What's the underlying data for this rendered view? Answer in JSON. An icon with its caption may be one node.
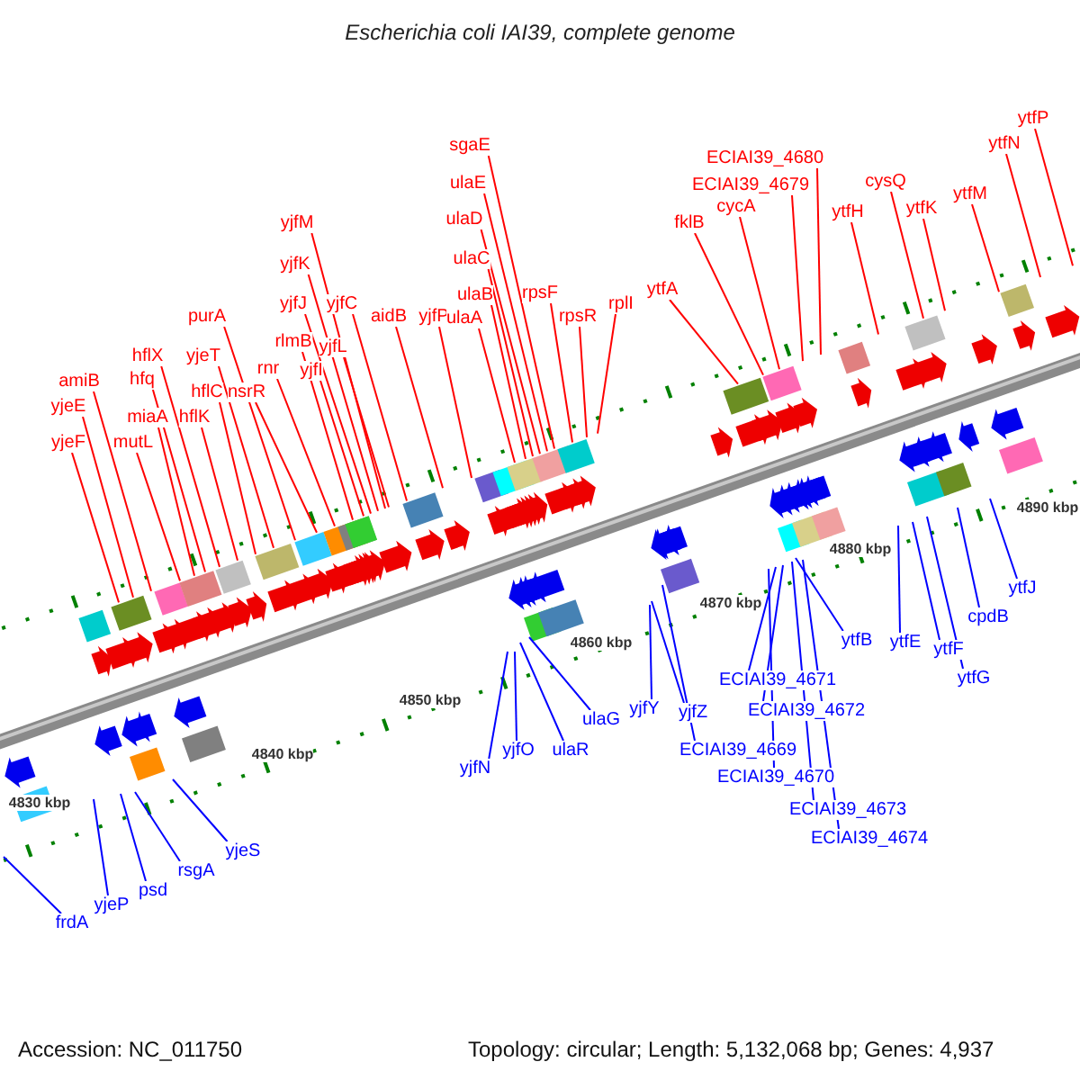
{
  "diagram": {
    "title": "Escherichia coli IAI39, complete genome",
    "nodes": [
      {
        "text": [
          "yjeF"
        ]
      },
      {
        "text": [
          "yjeE"
        ]
      },
      {
        "text": [
          "amiB"
        ]
      },
      {
        "text": [
          "mutL"
        ]
      },
      {
        "text": [
          "miaA"
        ]
      },
      {
        "text": [
          "hfq"
        ]
      },
      {
        "text": [
          "hflX"
        ]
      },
      {
        "text": [
          "hflK"
        ]
      },
      {
        "text": [
          "hflC"
        ]
      },
      {
        "text": [
          "yjeT"
        ]
      },
      {
        "text": [
          "purA"
        ]
      },
      {
        "text": [
          "nsrR"
        ]
      },
      {
        "text": [
          "rnr"
        ]
      },
      {
        "text": [
          "rlmB"
        ]
      },
      {
        "text": [
          "yjfI"
        ]
      },
      {
        "text": [
          "yjfJ"
        ]
      },
      {
        "text": [
          "yjfK"
        ]
      },
      {
        "text": [
          "yjfL"
        ]
      },
      {
        "text": [
          "yjfM"
        ]
      },
      {
        "text": [
          "yjfC"
        ]
      },
      {
        "text": [
          "aidB"
        ]
      },
      {
        "text": [
          "yjfP"
        ]
      },
      {
        "text": [
          "ulaA"
        ]
      },
      {
        "text": [
          "ulaB"
        ]
      },
      {
        "text": [
          "ulaC"
        ]
      },
      {
        "text": [
          "ulaD"
        ]
      },
      {
        "text": [
          "ulaE"
        ]
      },
      {
        "text": [
          "sgaE"
        ]
      },
      {
        "text": [
          "rpsF"
        ]
      },
      {
        "text": [
          "rpsR"
        ]
      },
      {
        "text": [
          "rplI"
        ]
      },
      {
        "text": [
          "ytfA"
        ]
      },
      {
        "text": [
          "fklB"
        ]
      },
      {
        "text": [
          "cycA"
        ]
      },
      {
        "text": [
          "ECIAI39_4679"
        ]
      },
      {
        "text": [
          "ECIAI39_4680"
        ]
      },
      {
        "text": [
          "ytfH"
        ]
      },
      {
        "text": [
          "cysQ"
        ]
      },
      {
        "text": [
          "ytfK"
        ]
      },
      {
        "text": [
          "ytfM"
        ]
      },
      {
        "text": [
          "ytfN"
        ]
      },
      {
        "text": [
          "ytfP"
        ]
      },
      {
        "text": [
          "frdA"
        ]
      },
      {
        "text": [
          "yjeP"
        ]
      },
      {
        "text": [
          "psd"
        ]
      },
      {
        "text": [
          "rsgA"
        ]
      },
      {
        "text": [
          "yjeS"
        ]
      },
      {
        "text": [
          "yjfN"
        ]
      },
      {
        "text": [
          "yjfO"
        ]
      },
      {
        "text": [
          "ulaR"
        ]
      },
      {
        "text": [
          "ulaG"
        ]
      },
      {
        "text": [
          "yjfY"
        ]
      },
      {
        "text": [
          "yjfZ"
        ]
      },
      {
        "text": [
          "ECIAI39_4669"
        ]
      },
      {
        "text": [
          "ECIAI39_4670"
        ]
      },
      {
        "text": [
          "ECIAI39_4671"
        ]
      },
      {
        "text": [
          "ECIAI39_4672"
        ]
      },
      {
        "text": [
          "ECIAI39_4673"
        ]
      },
      {
        "text": [
          "ECIAI39_4674"
        ]
      },
      {
        "text": [
          "ytfB"
        ]
      },
      {
        "text": [
          "ytfE"
        ]
      },
      {
        "text": [
          "ytfF"
        ]
      },
      {
        "text": [
          "ytfG"
        ]
      },
      {
        "text": [
          "cpdB"
        ]
      },
      {
        "text": [
          "ytfJ"
        ]
      }
    ],
    "edges": [
      {
        "from": 0,
        "to": null,
        "arrow": "none"
      },
      {
        "from": 1,
        "to": null,
        "arrow": "none"
      },
      {
        "from": 2,
        "to": null,
        "arrow": "none"
      },
      {
        "from": 3,
        "to": null,
        "arrow": "none"
      },
      {
        "from": 4,
        "to": null,
        "arrow": "none"
      },
      {
        "from": 5,
        "to": null,
        "arrow": "none"
      },
      {
        "from": 6,
        "to": null,
        "arrow": "none"
      },
      {
        "from": 7,
        "to": null,
        "arrow": "none"
      },
      {
        "from": 8,
        "to": null,
        "arrow": "none"
      },
      {
        "from": 9,
        "to": null,
        "arrow": "none"
      },
      {
        "from": 10,
        "to": null,
        "arrow": "none"
      },
      {
        "from": 11,
        "to": null,
        "arrow": "none"
      },
      {
        "from": 12,
        "to": null,
        "arrow": "none"
      },
      {
        "from": 13,
        "to": null,
        "arrow": "none"
      },
      {
        "from": 14,
        "to": null,
        "arrow": "none"
      },
      {
        "from": 15,
        "to": null,
        "arrow": "none"
      },
      {
        "from": 16,
        "to": null,
        "arrow": "none"
      },
      {
        "from": 17,
        "to": null,
        "arrow": "none"
      },
      {
        "from": 18,
        "to": null,
        "arrow": "none"
      },
      {
        "from": 19,
        "to": null,
        "arrow": "none"
      },
      {
        "from": 20,
        "to": null,
        "arrow": "none"
      },
      {
        "from": 21,
        "to": null,
        "arrow": "none"
      },
      {
        "from": 22,
        "to": null,
        "arrow": "none"
      },
      {
        "from": 23,
        "to": null,
        "arrow": "none"
      },
      {
        "from": 24,
        "to": null,
        "arrow": "none"
      },
      {
        "from": 25,
        "to": null,
        "arrow": "none"
      },
      {
        "from": 26,
        "to": null,
        "arrow": "none"
      },
      {
        "from": 27,
        "to": null,
        "arrow": "none"
      },
      {
        "from": 28,
        "to": null,
        "arrow": "none"
      },
      {
        "from": 29,
        "to": null,
        "arrow": "none"
      },
      {
        "from": 30,
        "to": null,
        "arrow": "none"
      },
      {
        "from": 31,
        "to": null,
        "arrow": "none"
      },
      {
        "from": 32,
        "to": null,
        "arrow": "none"
      },
      {
        "from": 33,
        "to": null,
        "arrow": "none"
      },
      {
        "from": 34,
        "to": null,
        "arrow": "none"
      },
      {
        "from": 35,
        "to": null,
        "arrow": "none"
      },
      {
        "from": 36,
        "to": null,
        "arrow": "none"
      },
      {
        "from": 37,
        "to": null,
        "arrow": "none"
      },
      {
        "from": 38,
        "to": null,
        "arrow": "none"
      },
      {
        "from": 39,
        "to": null,
        "arrow": "none"
      },
      {
        "from": 40,
        "to": null,
        "arrow": "none"
      },
      {
        "from": 41,
        "to": null,
        "arrow": "none"
      },
      {
        "from": 42,
        "to": null,
        "arrow": "none",
        "color": "#0000ff"
      },
      {
        "from": 43,
        "to": null,
        "arrow": "none",
        "color": "#0000ff"
      },
      {
        "from": 44,
        "to": null,
        "arrow": "none",
        "color": "#0000ff"
      },
      {
        "from": 45,
        "to": null,
        "arrow": "none",
        "color": "#0000ff"
      },
      {
        "from": 46,
        "to": null,
        "arrow": "none",
        "color": "#0000ff"
      },
      {
        "from": 47,
        "to": null,
        "arrow": "none",
        "color": "#0000ff"
      },
      {
        "from": 48,
        "to": null,
        "arrow": "none",
        "color": "#0000ff"
      },
      {
        "from": 49,
        "to": null,
        "arrow": "none",
        "color": "#0000ff"
      },
      {
        "from": 50,
        "to": null,
        "arrow": "none",
        "color": "#0000ff"
      },
      {
        "from": 51,
        "to": null,
        "arrow": "none",
        "color": "#0000ff"
      },
      {
        "from": 52,
        "to": null,
        "arrow": "none",
        "color": "#0000ff"
      },
      {
        "from": 53,
        "to": null,
        "arrow": "none",
        "color": "#0000ff"
      },
      {
        "from": 54,
        "to": null,
        "arrow": "none",
        "color": "#0000ff"
      },
      {
        "from": 55,
        "to": null,
        "arrow": "none",
        "color": "#0000ff"
      },
      {
        "from": 56,
        "to": null,
        "arrow": "none",
        "color": "#0000ff"
      },
      {
        "from": 57,
        "to": null,
        "arrow": "none",
        "color": "#0000ff"
      },
      {
        "from": 58,
        "to": null,
        "arrow": "none",
        "color": "#0000ff"
      },
      {
        "from": 59,
        "to": null,
        "arrow": "none",
        "color": "#0000ff"
      },
      {
        "from": 60,
        "to": null,
        "arrow": "none",
        "color": "#0000ff"
      },
      {
        "from": 61,
        "to": null,
        "arrow": "none",
        "color": "#0000ff"
      },
      {
        "from": 62,
        "to": null,
        "arrow": "none",
        "color": "#0000ff"
      },
      {
        "from": 63,
        "to": null,
        "arrow": "none",
        "color": "#0000ff"
      },
      {
        "from": 64,
        "to": null,
        "arrow": "none",
        "color": "#0000ff"
      }
    ],
    "labels": [
      "4830 kbp",
      "4840 kbp",
      "4850 kbp",
      "4860 kbp",
      "4870 kbp",
      "4880 kbp",
      "4890 kbp",
      "Accession: NC_011750",
      "Topology: circular; Length: 5,132,068 bp; Genes: 4,937"
    ]
  }
}
